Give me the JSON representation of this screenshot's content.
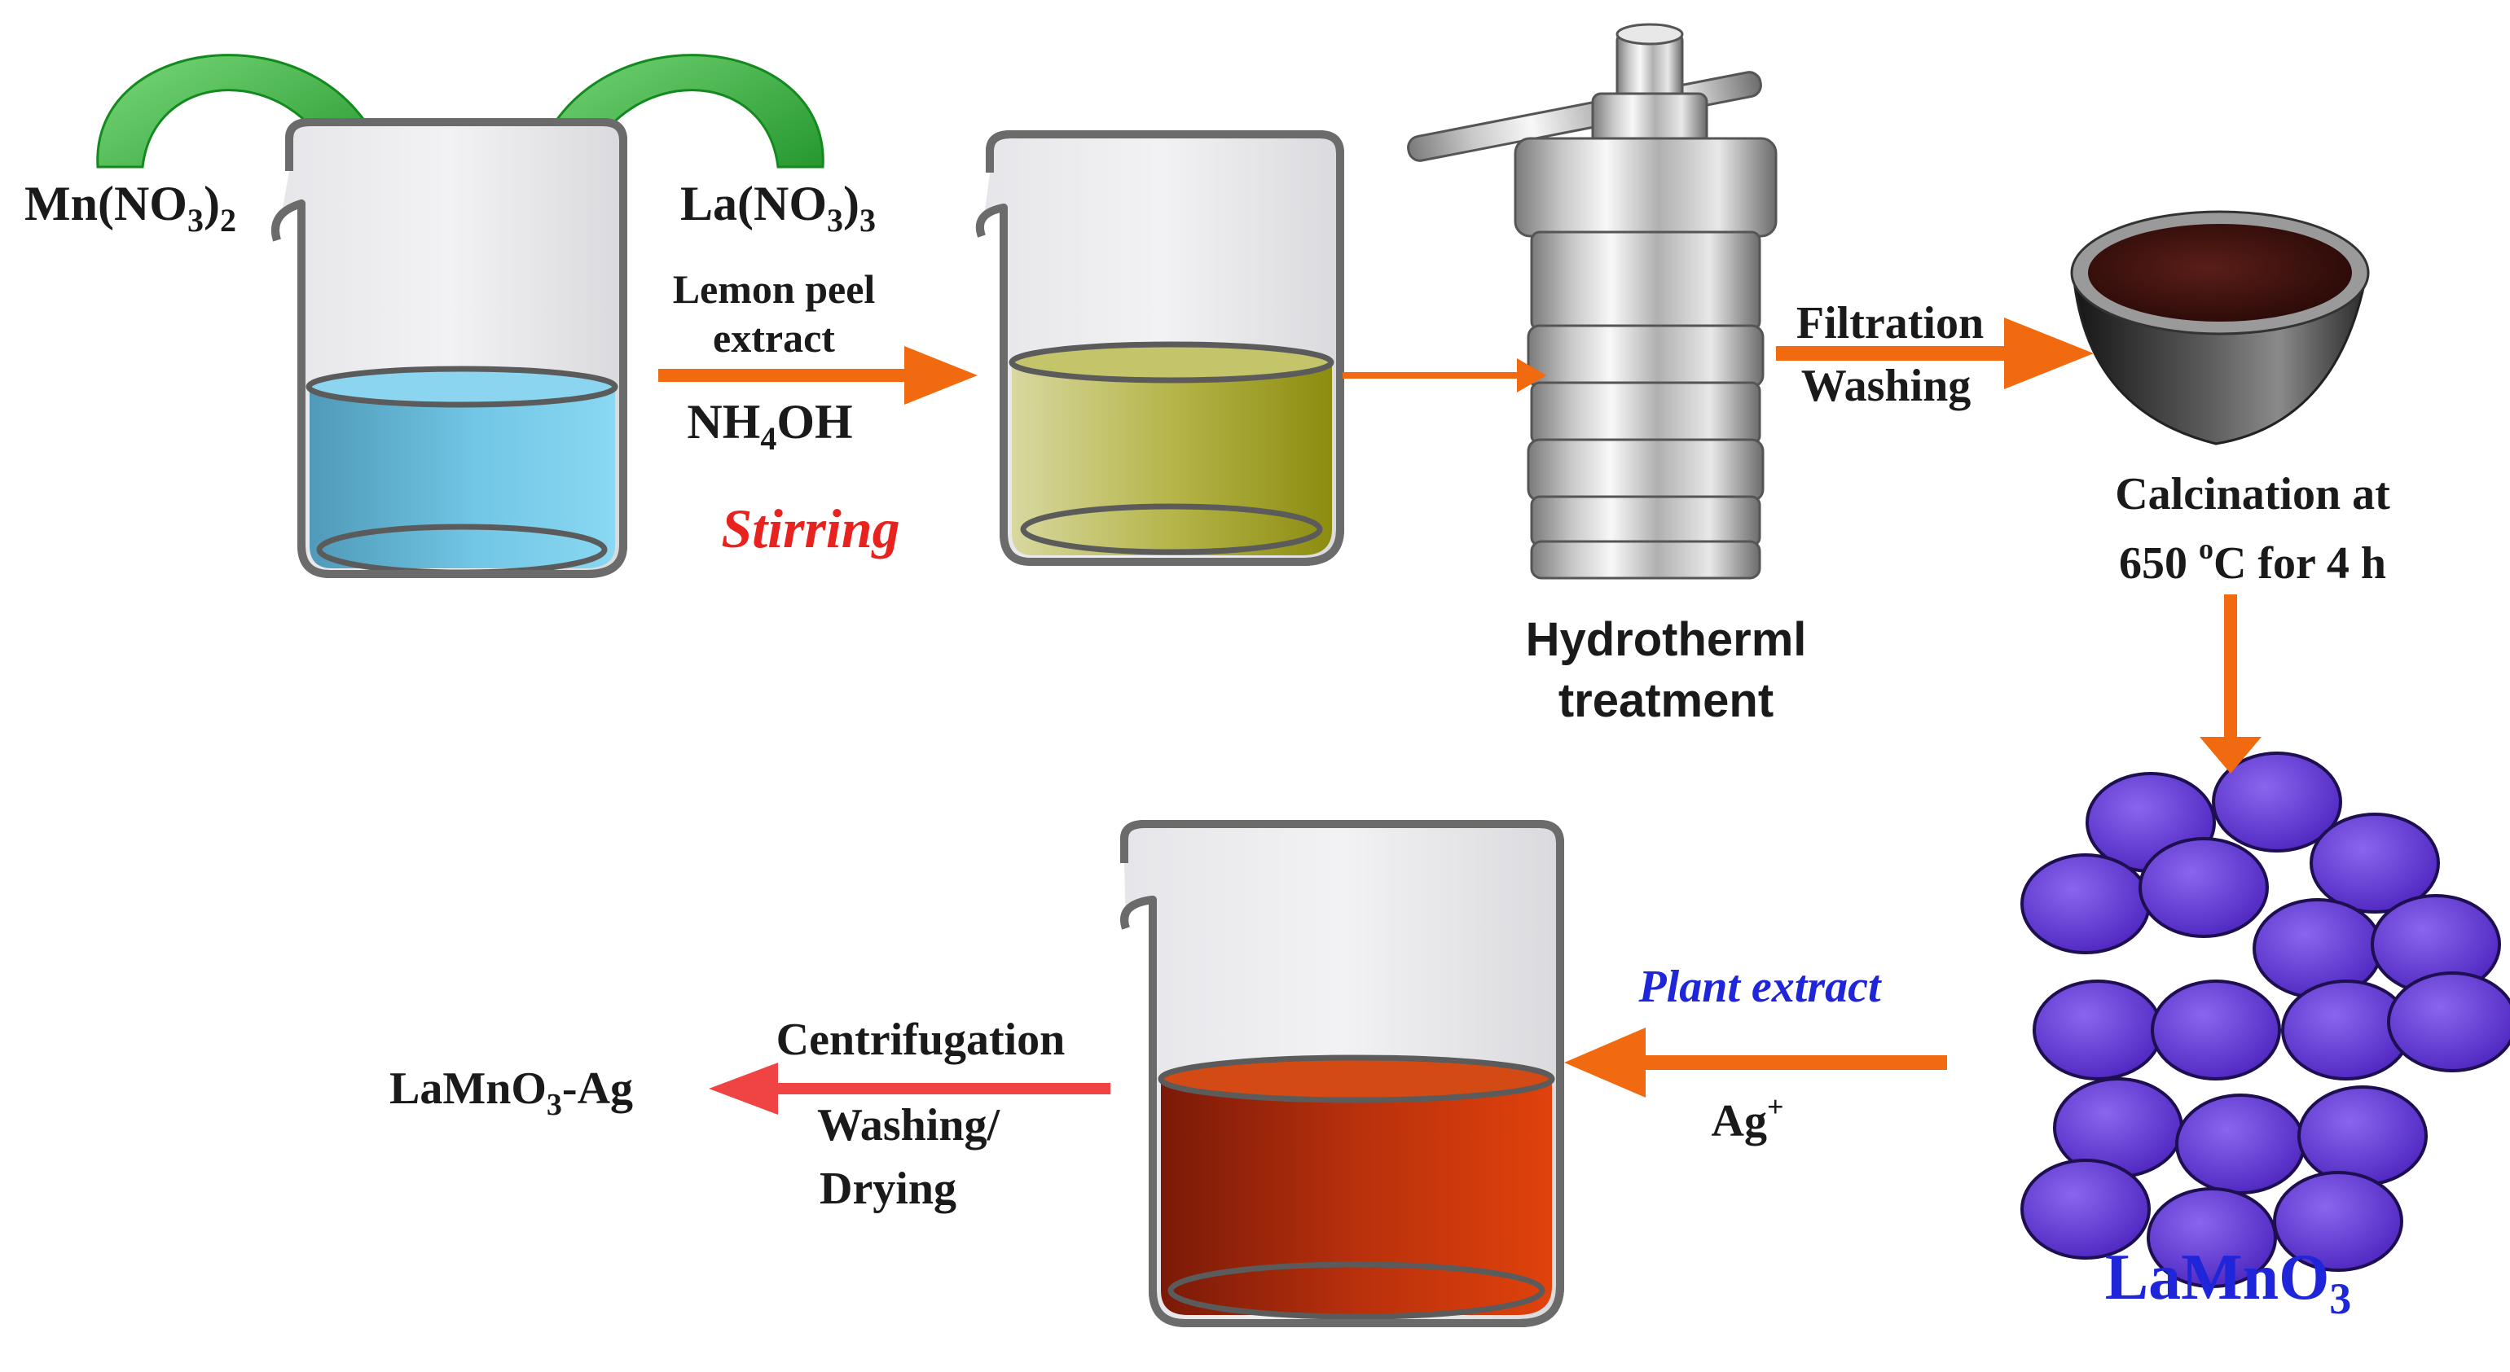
{
  "reagents": {
    "mn_nitrate": {
      "base": "Mn(NO",
      "sub1": "3",
      "mid": ")",
      "sub2": "2"
    },
    "la_nitrate": {
      "base": "La(NO",
      "sub1": "3",
      "mid": ")",
      "sub2": "3"
    }
  },
  "step1": {
    "label_line1": "Lemon peel",
    "label_line2": "extract",
    "base_pre": "NH",
    "base_sub": "4",
    "base_post": "OH",
    "action": "Stirring"
  },
  "autoclave": {
    "line1": "Hydrotherml",
    "line2": "treatment"
  },
  "step2": {
    "line1": "Filtration",
    "line2": "Washing"
  },
  "calcination": {
    "line1": "Calcination at",
    "line2_pre": "650 ",
    "line2_sup": "o",
    "line2_post": "C for 4 h"
  },
  "product": {
    "pre": "LaMnO",
    "sub": "3"
  },
  "step3": {
    "label": "Plant extract",
    "ion_pre": "Ag",
    "ion_sup": "+"
  },
  "step4": {
    "line1": "Centrifugation",
    "line2": "Washing/",
    "line3": "Drying"
  },
  "final": {
    "pre": "LaMnO",
    "sub": "3",
    "post": "-Ag"
  },
  "colors": {
    "text": "#1a1a1a",
    "stirring": "#e8231f",
    "plant_extract": "#1f25d8",
    "product_label": "#1f25d8",
    "process_arrow": "#f26a10",
    "final_arrow": "#f04444",
    "green_arrow": "#1ea21e",
    "solution_blue": "#6cc8e8",
    "solution_olive": "#a8a83a",
    "solution_red": "#c8330c",
    "particle": "#6a3fd8"
  }
}
